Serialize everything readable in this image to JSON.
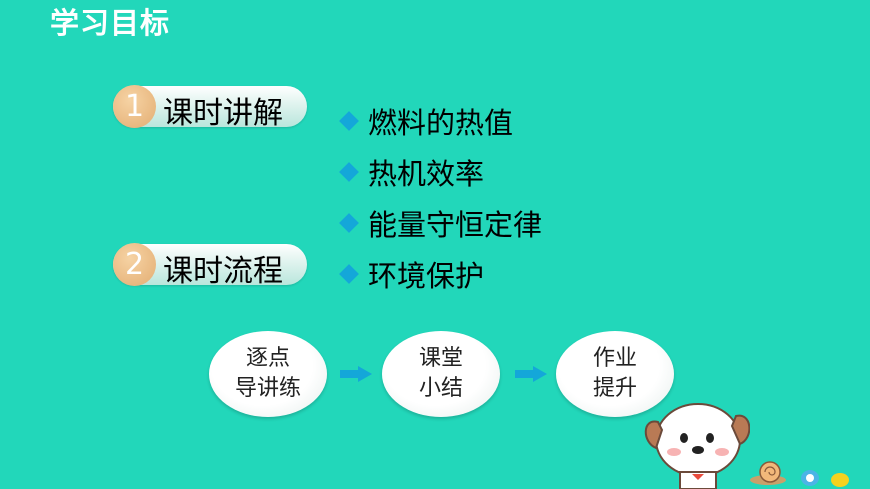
{
  "title": "学习目标",
  "sections": [
    {
      "number": "1",
      "label": "课时讲解"
    },
    {
      "number": "2",
      "label": "课时流程"
    }
  ],
  "bullets": [
    "燃料的热值",
    "热机效率",
    "能量守恒定律",
    "环境保护"
  ],
  "flow": [
    {
      "line1": "逐点",
      "line2": "导讲练"
    },
    {
      "line1": "课堂",
      "line2": "小结"
    },
    {
      "line1": "作业",
      "line2": "提升"
    }
  ],
  "colors": {
    "background": "#22d7ba",
    "bullet": "#14a7d9",
    "number_badge": "#e3ad72"
  },
  "icons": [
    "diamond-bullet-icon",
    "right-arrow-icon",
    "cartoon-dog-icon",
    "snail-icon"
  ]
}
